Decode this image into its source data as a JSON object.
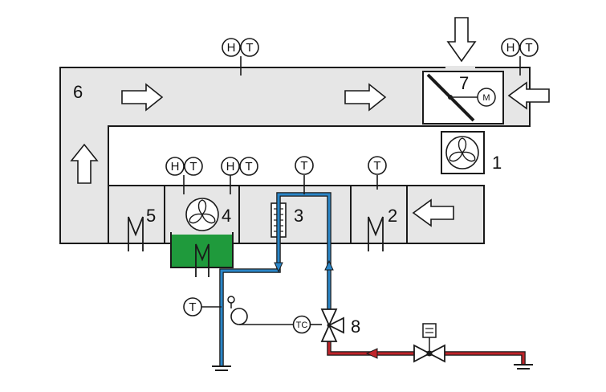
{
  "diagram": {
    "labels": {
      "n1": "1",
      "n2": "2",
      "n3": "3",
      "n4": "4",
      "n5": "5",
      "n6": "6",
      "n7": "7",
      "n8": "8"
    },
    "sensor_text": {
      "H": "H",
      "T": "T",
      "TC": "TC",
      "M": "M"
    },
    "colors": {
      "duct": "#e6e6e6",
      "outline": "#1a1a1a",
      "water_tank": "#1f9a3c",
      "cold_pipe": "#2a86c8",
      "hot_pipe": "#c0242a",
      "white": "#ffffff"
    },
    "icons": [
      "fan-icon",
      "damper-icon",
      "motor-icon",
      "heater-icon",
      "humidifier-icon",
      "valve-icon",
      "solenoid-icon",
      "arrow-icon",
      "ground-icon"
    ]
  }
}
